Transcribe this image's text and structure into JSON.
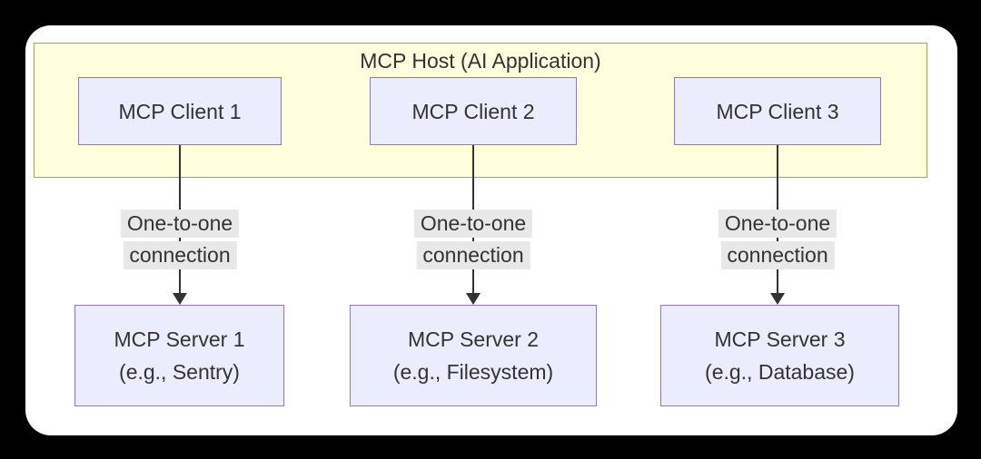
{
  "host": {
    "title": "MCP Host (AI Application)",
    "clients": [
      {
        "label": "MCP Client 1"
      },
      {
        "label": "MCP Client 2"
      },
      {
        "label": "MCP Client 3"
      }
    ]
  },
  "connections": [
    {
      "line1": "One-to-one",
      "line2": "connection"
    },
    {
      "line1": "One-to-one",
      "line2": "connection"
    },
    {
      "line1": "One-to-one",
      "line2": "connection"
    }
  ],
  "servers": [
    {
      "name": "MCP Server 1",
      "example": "(e.g., Sentry)"
    },
    {
      "name": "MCP Server 2",
      "example": "(e.g., Filesystem)"
    },
    {
      "name": "MCP Server 3",
      "example": "(e.g., Database)"
    }
  ],
  "colors": {
    "page_background": "#000000",
    "card_background": "#ffffff",
    "cluster_fill": "#ffffde",
    "cluster_border": "#aaaa33",
    "node_fill": "#ececff",
    "node_border": "#9370db",
    "edge_label_background": "#e8e8e8",
    "edge_color": "#333333",
    "text_color": "#333333"
  }
}
